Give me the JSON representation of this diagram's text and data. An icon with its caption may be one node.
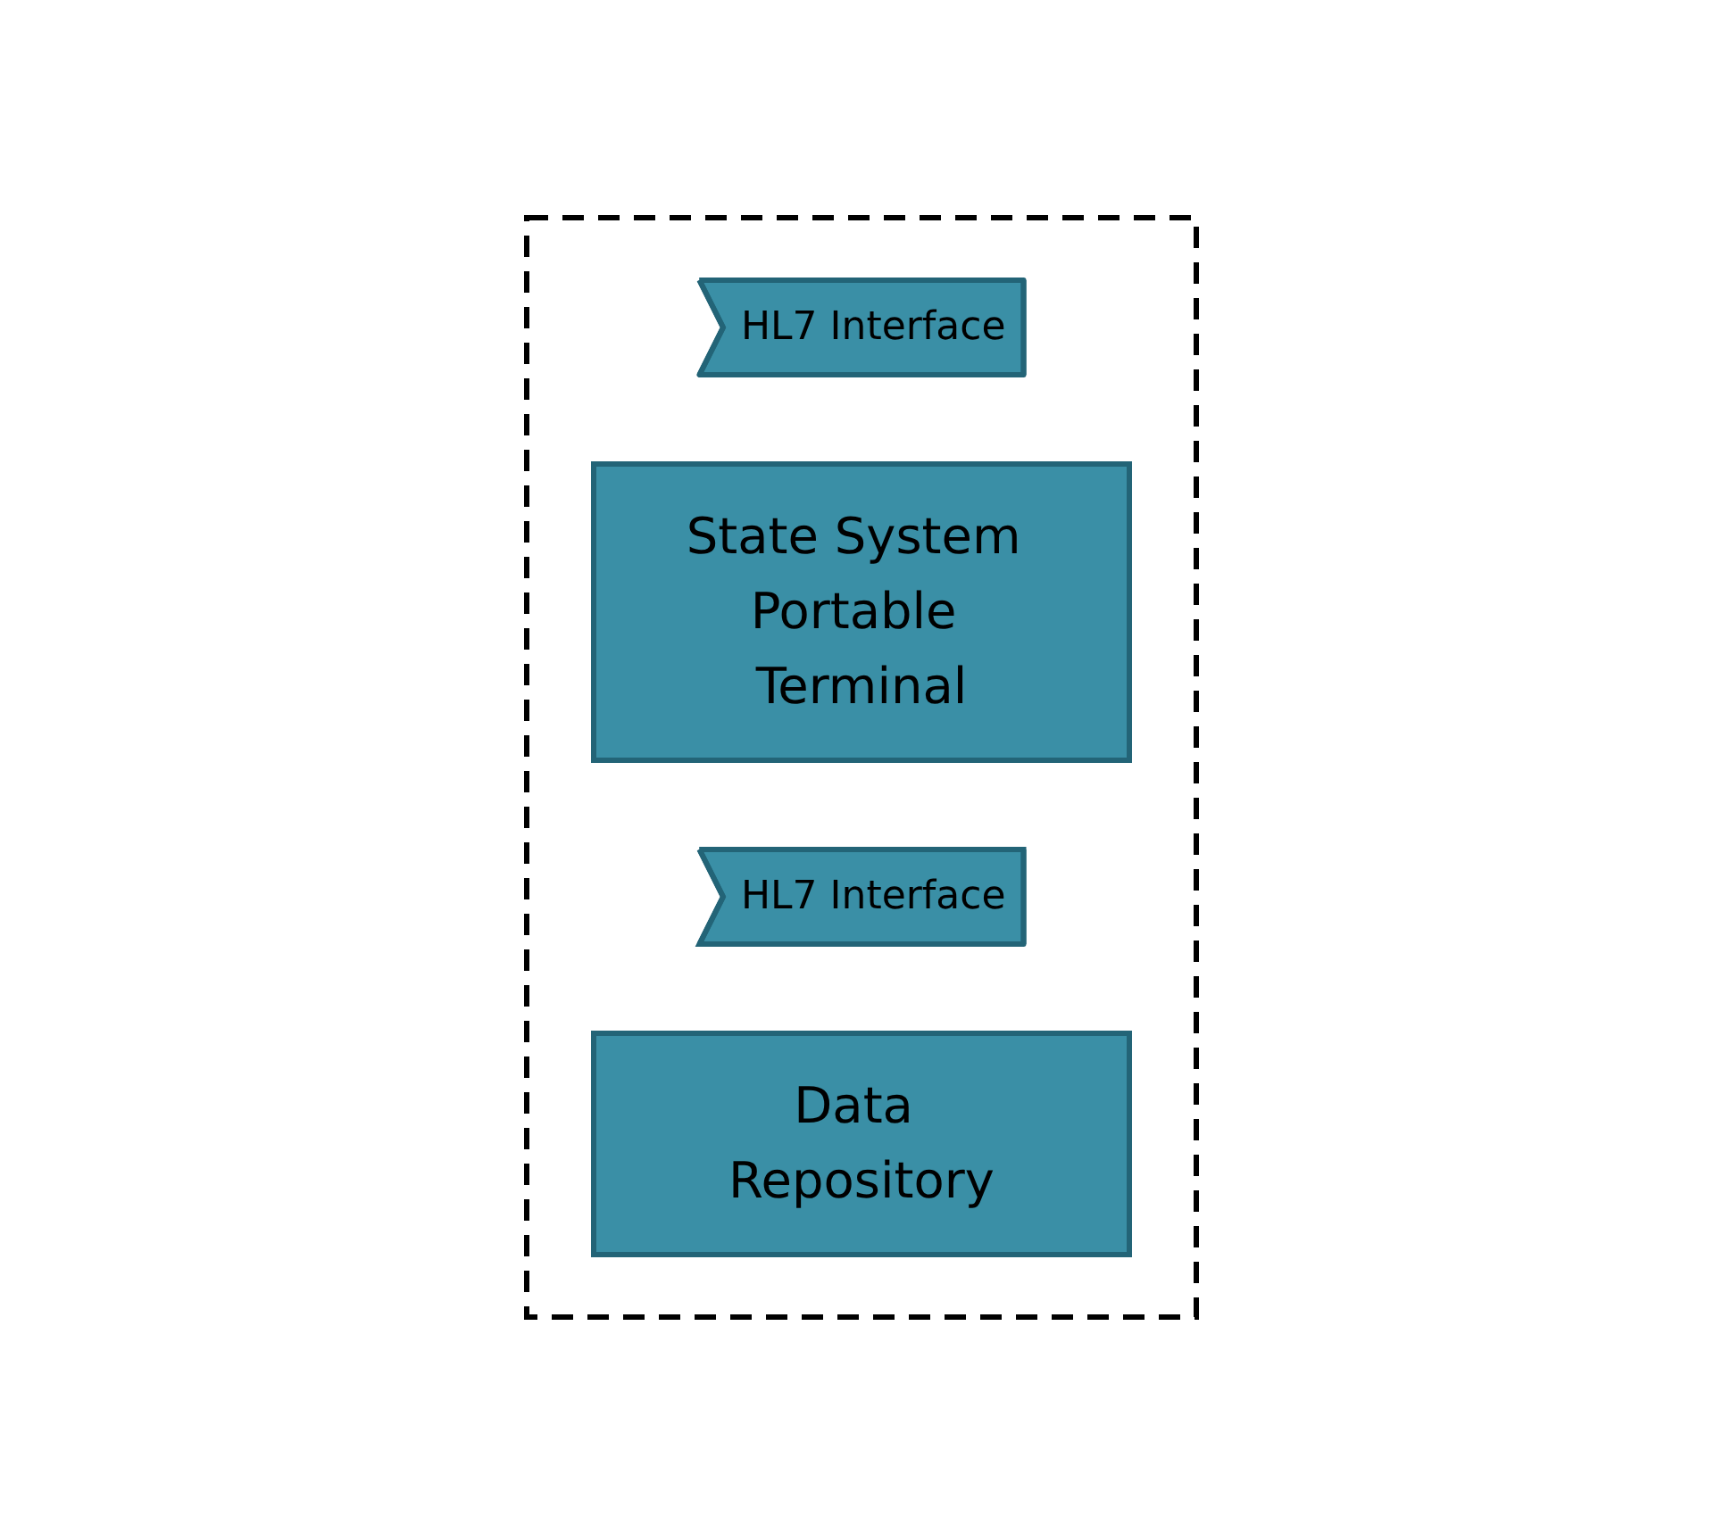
{
  "diagram": {
    "nodes": [
      {
        "text": [],
        "shape": "box"
      },
      {
        "text": [
          "HL7 Interface"
        ],
        "in": 0
      },
      {
        "text": [
          "State System Portable Terminal"
        ],
        "in": 0
      },
      {
        "text": [
          "HL7 Interface"
        ],
        "in": 0
      },
      {
        "text": [
          "Data Repository"
        ],
        "in": 0
      }
    ]
  }
}
